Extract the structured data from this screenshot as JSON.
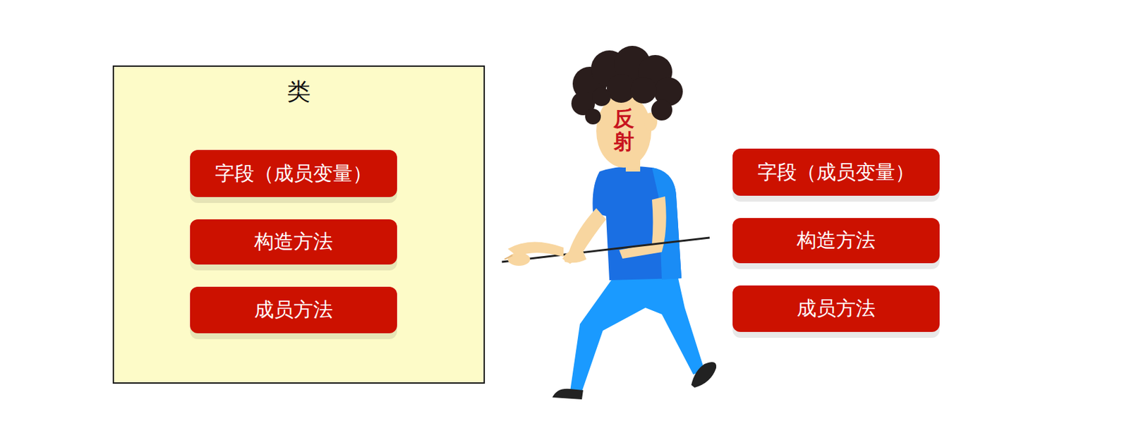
{
  "diagram": {
    "nodes": [
      {
        "text": [
          "类"
        ]
      },
      {
        "text": [
          "字段（成员变量）"
        ],
        "in": 0
      },
      {
        "text": [
          "构造方法"
        ],
        "in": 0
      },
      {
        "text": [
          "成员方法"
        ],
        "in": 0
      },
      {
        "text": [
          "字段（成员变量）"
        ]
      },
      {
        "text": [
          "构造方法"
        ]
      },
      {
        "text": [
          "成员方法"
        ]
      }
    ],
    "labels": [
      "反射"
    ]
  }
}
